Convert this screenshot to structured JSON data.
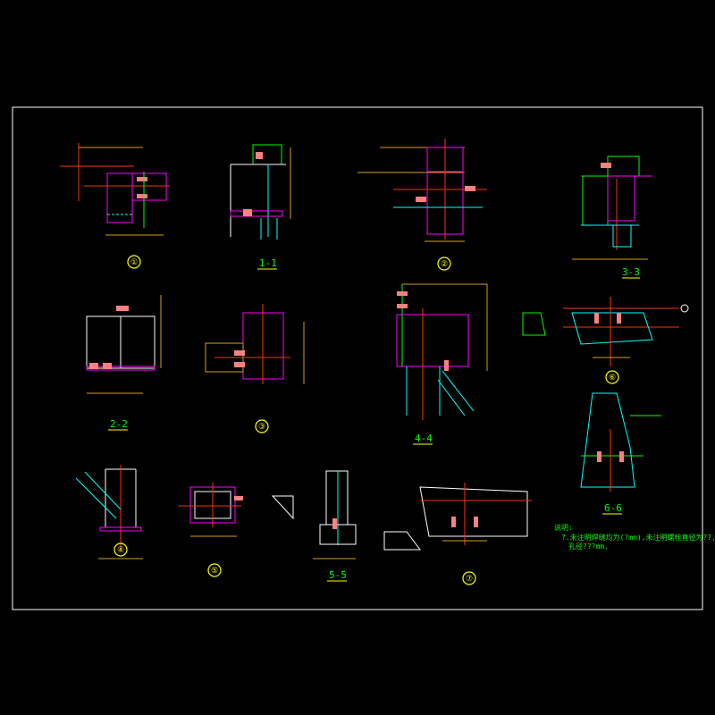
{
  "drawing": {
    "colors": {
      "background": "#000000",
      "frame": "#ffffff",
      "steel": "#ff00ff",
      "plate": "#00ffff",
      "dim": "#d4a017",
      "text": "#00ff00",
      "center": "#ff3300",
      "bolt": "#ff8080",
      "label": "#ffff00"
    },
    "details": [
      {
        "id": "d1",
        "label": "①",
        "kind": "circle"
      },
      {
        "id": "s11",
        "label": "1-1",
        "kind": "section"
      },
      {
        "id": "d2",
        "label": "②",
        "kind": "circle"
      },
      {
        "id": "s33",
        "label": "3-3",
        "kind": "section"
      },
      {
        "id": "s22",
        "label": "2-2",
        "kind": "section"
      },
      {
        "id": "d3",
        "label": "③",
        "kind": "circle"
      },
      {
        "id": "s44",
        "label": "4-4",
        "kind": "section"
      },
      {
        "id": "d6",
        "label": "⑥",
        "kind": "circle"
      },
      {
        "id": "d4",
        "label": "④",
        "kind": "circle"
      },
      {
        "id": "d5",
        "label": "⑤",
        "kind": "circle"
      },
      {
        "id": "s55",
        "label": "5-5",
        "kind": "section"
      },
      {
        "id": "d7",
        "label": "⑦",
        "kind": "circle"
      },
      {
        "id": "s66",
        "label": "6-6",
        "kind": "section"
      }
    ],
    "notes": {
      "title": "说明:",
      "line1": "?.未注明焊缝均为(?mm),未注明螺栓直径为??,螺栓孔",
      "line2": "孔径???mm."
    }
  }
}
